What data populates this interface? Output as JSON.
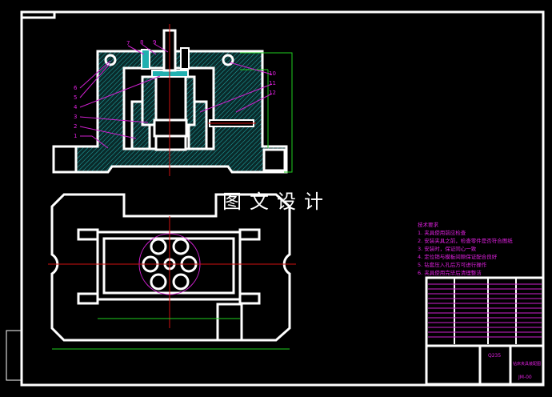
{
  "watermark": "图文设计",
  "balloons": [
    "1",
    "2",
    "3",
    "4",
    "5",
    "6",
    "7",
    "8",
    "9",
    "10",
    "11",
    "12"
  ],
  "technical_requirements": {
    "title": "技术要求",
    "items": [
      "1. 夹具使用前应检查",
      "2. 安装夹具之前，检查零件是否符合图纸",
      "3. 安装时，保证同心一致",
      "4. 定位销与模板间隙保证配合良好",
      "5. 钻套压入孔后方可进行操作",
      "6. 夹具使用完毕后清理整洁"
    ]
  },
  "title_block": {
    "material": "Q235",
    "drawing_title": "钻床夹具装配图",
    "drawing_number": "JM-00"
  },
  "colors": {
    "outline": "#ffffff",
    "leader": "#e020e0",
    "dimension": "#20d020",
    "centerline": "#d01010",
    "hatch": "#20c0c0"
  }
}
